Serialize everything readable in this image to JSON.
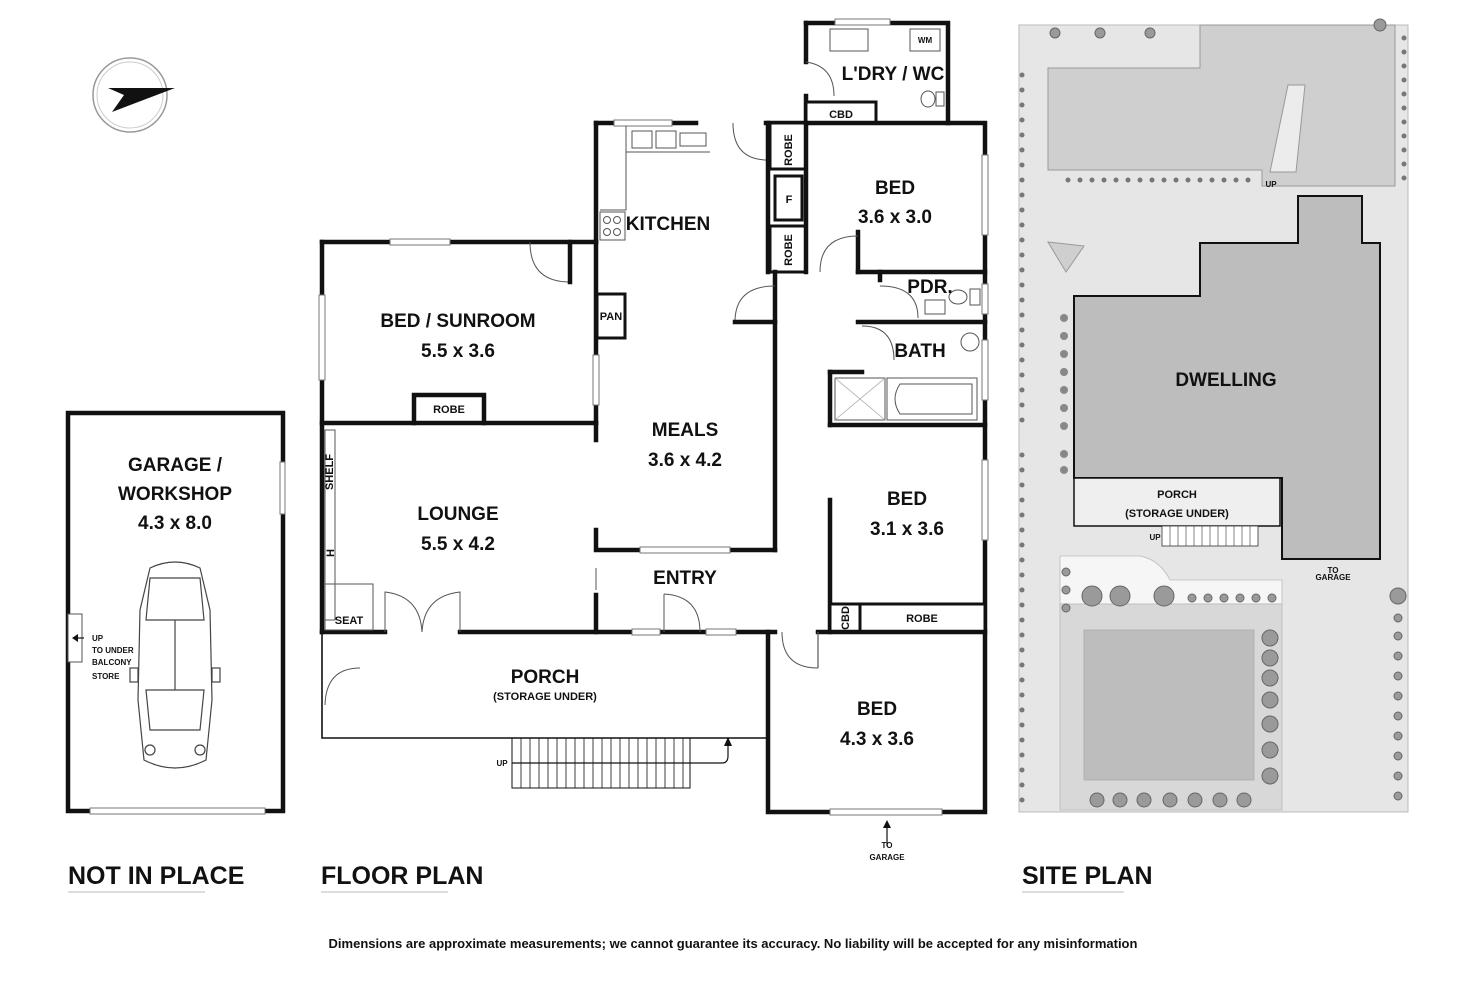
{
  "titles": {
    "not_in_place": "NOT IN PLACE",
    "floor_plan": "FLOOR  PLAN",
    "site_plan": "SITE PLAN"
  },
  "disclaimer": "Dimensions are approximate measurements; we cannot guarantee its accuracy. No liability will be accepted for any misinformation",
  "garage": {
    "name_line1": "GARAGE /",
    "name_line2": "WORKSHOP",
    "dims": "4.3 x 8.0",
    "stair_up": "UP",
    "stair_to1": "TO UNDER",
    "stair_to2": "BALCONY",
    "stair_to3": "STORE"
  },
  "rooms": {
    "laundry": "L'DRY / WC",
    "wm": "WM",
    "cbd_laundry": "CBD",
    "robe_top": "ROBE",
    "fridge": "F",
    "robe_mid": "ROBE",
    "bed1_name": "BED",
    "bed1_dims": "3.6 x 3.0",
    "kitchen": "KITCHEN",
    "pan": "PAN",
    "pdr": "PDR.",
    "bath": "BATH",
    "sunroom_name": "BED / SUNROOM",
    "sunroom_dims": "5.5 x 3.6",
    "robe_sunroom": "ROBE",
    "meals_name": "MEALS",
    "meals_dims": "3.6 x 4.2",
    "bed2_name": "BED",
    "bed2_dims": "3.1 x 3.6",
    "shelf": "SHELF",
    "heater": "H",
    "lounge_name": "LOUNGE",
    "lounge_dims": "5.5 x 4.2",
    "entry": "ENTRY",
    "seat": "SEAT",
    "cbd_bed2": "CBD",
    "robe_bed2": "ROBE",
    "porch_name": "PORCH",
    "porch_sub": "(STORAGE UNDER)",
    "porch_up": "UP",
    "bed3_name": "BED",
    "bed3_dims": "4.3 x 3.6",
    "to_garage1": "TO",
    "to_garage2": "GARAGE"
  },
  "site": {
    "dwelling": "DWELLING",
    "porch_name": "PORCH",
    "porch_sub": "(STORAGE UNDER)",
    "up": "UP",
    "to_garage1": "TO",
    "to_garage2": "GARAGE",
    "up_top": "UP"
  }
}
